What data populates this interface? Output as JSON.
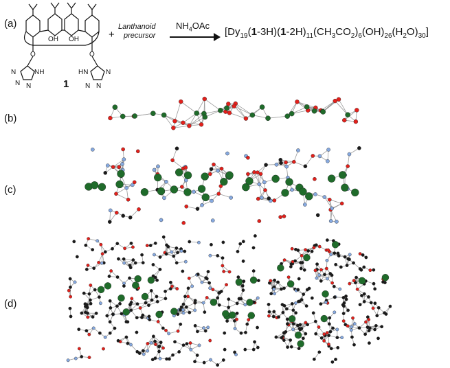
{
  "panel_labels": {
    "a": "(a)",
    "b": "(b)",
    "c": "(c)",
    "d": "(d)"
  },
  "scheme": {
    "plus": "+",
    "precursor_line1": "Lanthanoid",
    "precursor_line2": "precursor",
    "reagent": "NH4OAc",
    "compound_number": "1",
    "atom_labels": {
      "oh": "OH",
      "nh": "NH",
      "n": "N",
      "hn": "HN",
      "o": "O"
    },
    "product_parts": [
      "[Dy",
      "19",
      "(",
      "1",
      "-3H)(",
      "1",
      "-2H)",
      "11",
      "(CH",
      "3",
      "CO",
      "2",
      ")",
      "6",
      "(OH)",
      "26",
      "(H",
      "2",
      "O)",
      "30",
      "]"
    ]
  },
  "colors": {
    "dy": "#1f6b2a",
    "oxygen": "#e3201b",
    "nitrogen": "#86a9e0",
    "carbon": "#1a1a1a",
    "bond": "#9a9a9a"
  }
}
